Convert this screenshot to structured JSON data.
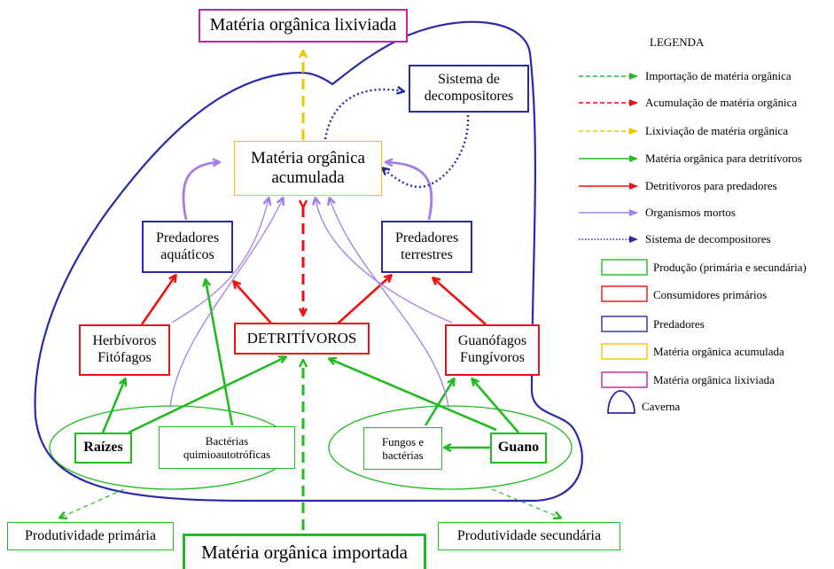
{
  "nodes": {
    "leached": "Matéria orgânica lixiviada",
    "decomposers": "Sistema de\ndecompositores",
    "accumulated": "Matéria orgânica\nacumulada",
    "aquatic_predators": "Predadores\naquáticos",
    "terrestrial_predators": "Predadores\nterrestres",
    "herbivores": "Herbívoros\nFitófagos",
    "detritivores": "DETRITÍVOROS",
    "guanophages": "Guanófagos\nFungívoros",
    "roots": "Raízes",
    "chemo_bacteria": "Bactérias\nquimioautotróficas",
    "fungi_bacteria": "Fungos e\nbactérias",
    "guano": "Guano",
    "primary_productivity": "Produtividade primária",
    "secondary_productivity": "Produtividade secundária",
    "imported": "Matéria orgânica importada"
  },
  "legend": {
    "title": "LEGENDA",
    "arrows": [
      {
        "label": "Importação de matéria orgânica",
        "color": "#22bb22",
        "style": "dashed"
      },
      {
        "label": "Acumulação de matéria orgânica",
        "color": "#ee1111",
        "style": "dashed"
      },
      {
        "label": "Lixiviação de matéria orgânica",
        "color": "#f3c400",
        "style": "dashed"
      },
      {
        "label": "Matéria orgânica para detritívoros",
        "color": "#22bb22",
        "style": "solid"
      },
      {
        "label": "Detritívoros para predadores",
        "color": "#ee1111",
        "style": "solid"
      },
      {
        "label": "Organismos mortos",
        "color": "#a27ee8",
        "style": "solid"
      },
      {
        "label": "Sistema de decompositores",
        "color": "#2a2aa8",
        "style": "dotted"
      }
    ],
    "boxes": [
      {
        "label": "Produção (primária e secundária)",
        "color": "#22bb22"
      },
      {
        "label": "Consumidores primários",
        "color": "#ee1111"
      },
      {
        "label": "Predadores",
        "color": "#2a2aa8"
      },
      {
        "label": "Matéria orgânica acumulada",
        "color": "#f3c400"
      },
      {
        "label": "Matéria orgânica lixiviada",
        "color": "#c4259e"
      }
    ],
    "cave_label": "Caverna"
  },
  "colors": {
    "green": "#22bb22",
    "red": "#ee1111",
    "blue": "#2a2aa8",
    "yellow": "#f3c400",
    "purple": "#a27ee8",
    "magenta": "#c4259e"
  }
}
